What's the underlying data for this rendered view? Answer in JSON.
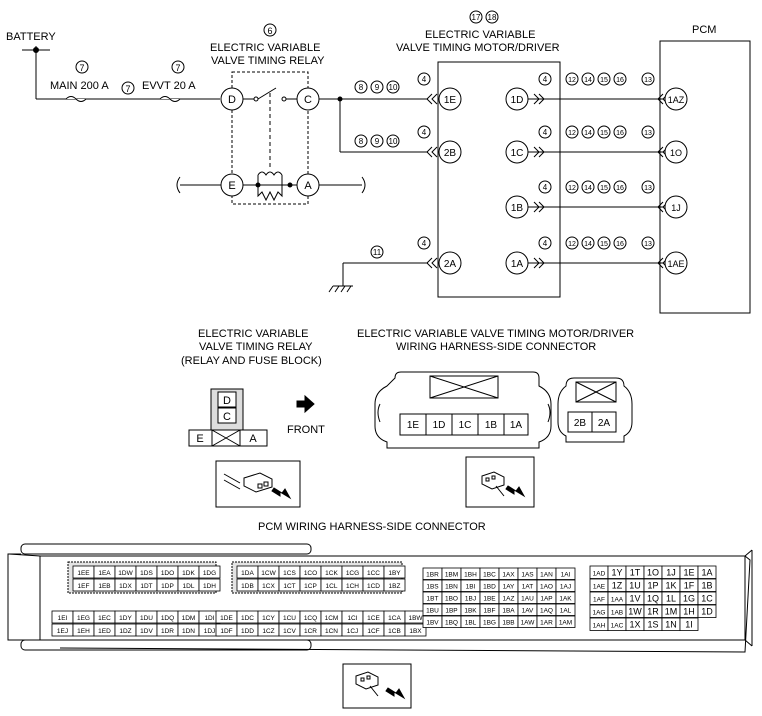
{
  "top": {
    "battery": "BATTERY",
    "fuse_main": "MAIN 200 A",
    "fuse_evvt": "EVVT 20 A",
    "relay_title_1": "ELECTRIC VARIABLE",
    "relay_title_2": "VALVE TIMING RELAY",
    "driver_title_1": "ELECTRIC VARIABLE",
    "driver_title_2": "VALVE TIMING MOTOR/DRIVER",
    "pcm": "PCM",
    "relay_pins": [
      "D",
      "C",
      "E",
      "A"
    ],
    "driver_left_pins": [
      "1E",
      "2B",
      "2A"
    ],
    "driver_right_pins": [
      "1D",
      "1C",
      "1B",
      "1A"
    ],
    "pcm_pins": [
      "1AZ",
      "1O",
      "1J",
      "1AE"
    ],
    "ref_6": "6",
    "ref_7": "7",
    "ref_17": "17",
    "ref_18": "18",
    "refs_8_9_10": [
      "8",
      "9",
      "10"
    ],
    "ref_4": "4",
    "ref_11": "11",
    "refs_12_14_15_16": [
      "12",
      "14",
      "15",
      "16"
    ],
    "ref_13": "13"
  },
  "mid": {
    "relay_conn_1": "ELECTRIC VARIABLE",
    "relay_conn_2": "VALVE TIMING RELAY",
    "relay_conn_3": "(RELAY AND FUSE BLOCK)",
    "front": "FRONT",
    "driver_conn_1": "ELECTRIC VARIABLE VALVE TIMING MOTOR/DRIVER",
    "driver_conn_2": "WIRING HARNESS-SIDE CONNECTOR",
    "relay_block_pins": [
      "D",
      "C",
      "E",
      "A"
    ],
    "driver_conn_pins": [
      "1E",
      "1D",
      "1C",
      "1B",
      "1A"
    ],
    "driver_conn_pins_b": [
      "2B",
      "2A"
    ]
  },
  "pcm_conn": {
    "title": "PCM WIRING HARNESS-SIDE CONNECTOR",
    "g1_r1": [
      "1EE",
      "1EA",
      "1DW",
      "1DS",
      "1DO",
      "1DK",
      "1DG"
    ],
    "g1_r2": [
      "1EF",
      "1EB",
      "1DX",
      "1DT",
      "1DP",
      "1DL",
      "1DH"
    ],
    "g1_r3": [
      "1EI",
      "1EG",
      "1EC",
      "1DY",
      "1DU",
      "1DQ",
      "1DM",
      "1DI"
    ],
    "g1_r4": [
      "1EJ",
      "1EH",
      "1ED",
      "1DZ",
      "1DV",
      "1DR",
      "1DN",
      "1DJ"
    ],
    "g2_r1": [
      "1DA",
      "1CW",
      "1CS",
      "1CO",
      "1CK",
      "1CG",
      "1CC",
      "1BY"
    ],
    "g2_r2": [
      "1DB",
      "1CX",
      "1CT",
      "1CP",
      "1CL",
      "1CH",
      "1CD",
      "1BZ"
    ],
    "g2_r3": [
      "1DE",
      "1DC",
      "1CY",
      "1CU",
      "1CQ",
      "1CM",
      "1CI",
      "1CE",
      "1CA",
      "1BW"
    ],
    "g2_r4": [
      "1DF",
      "1DD",
      "1CZ",
      "1CV",
      "1CR",
      "1CN",
      "1CJ",
      "1CF",
      "1CB",
      "1BX"
    ],
    "g3_r1": [
      "1BR",
      "1BM",
      "1BH",
      "1BC",
      "1AX",
      "1AS",
      "1AN",
      "1AI"
    ],
    "g3_r2": [
      "1BS",
      "1BN",
      "1BI",
      "1BD",
      "1AY",
      "1AT",
      "1AO",
      "1AJ"
    ],
    "g3_r3": [
      "1BT",
      "1BO",
      "1BJ",
      "1BE",
      "1AZ",
      "1AU",
      "1AP",
      "1AK"
    ],
    "g3_r4": [
      "1BU",
      "1BP",
      "1BK",
      "1BF",
      "1BA",
      "1AV",
      "1AQ",
      "1AL"
    ],
    "g3_r5": [
      "1BV",
      "1BQ",
      "1BL",
      "1BG",
      "1BB",
      "1AW",
      "1AR",
      "1AM"
    ],
    "g4_r1": [
      "1AD",
      "1Y",
      "1T",
      "1O",
      "1J",
      "1E",
      "1A"
    ],
    "g4_r2": [
      "1AE",
      "1Z",
      "1U",
      "1P",
      "1K",
      "1F",
      "1B"
    ],
    "g4_r3": [
      "1AF",
      "1AA",
      "1V",
      "1Q",
      "1L",
      "1G",
      "1C"
    ],
    "g4_r4": [
      "1AG",
      "1AB",
      "1W",
      "1R",
      "1M",
      "1H",
      "1D"
    ],
    "g4_r5": [
      "1AH",
      "1AC",
      "1X",
      "1S",
      "1N",
      "1I"
    ]
  }
}
